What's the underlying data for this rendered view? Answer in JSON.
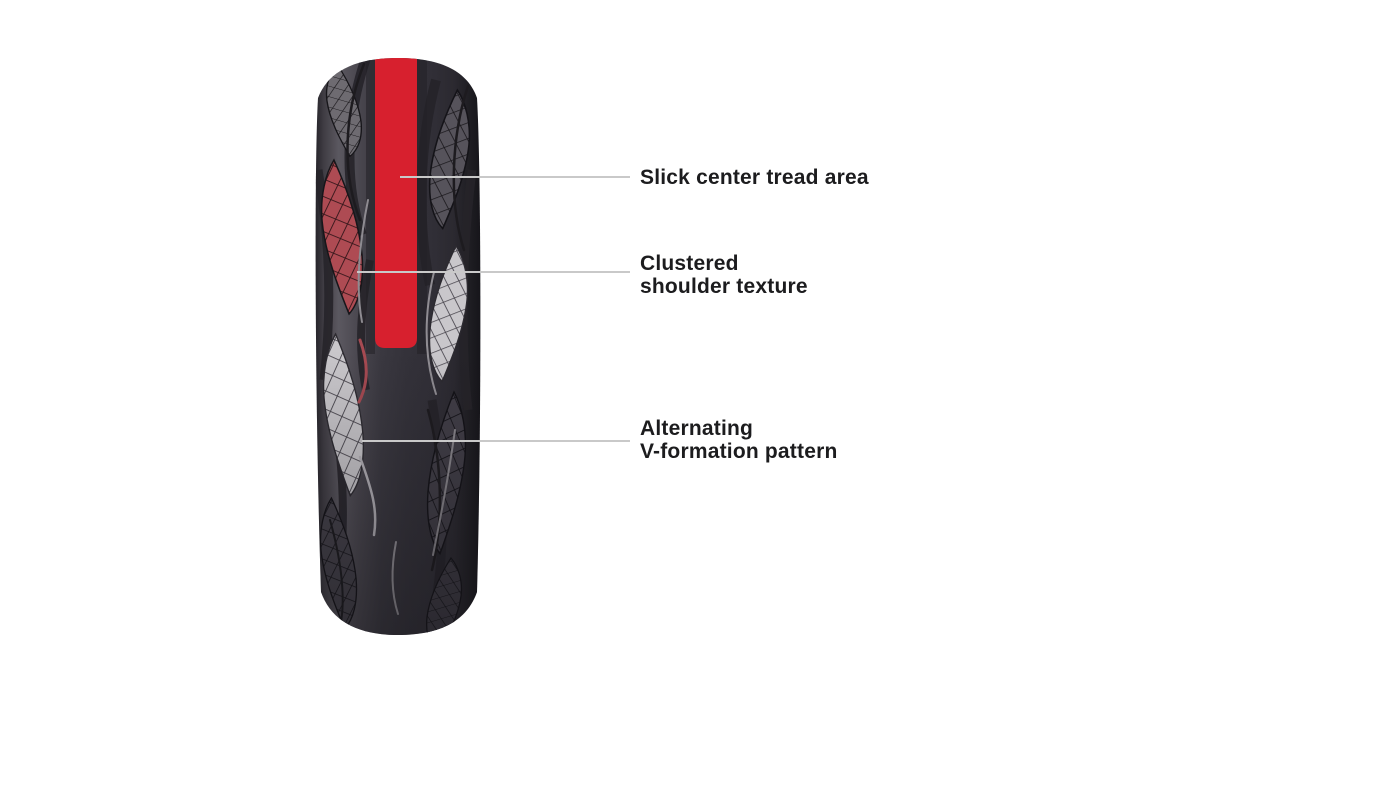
{
  "page": {
    "background_color": "#ffffff"
  },
  "diagram": {
    "subject": "road-bicycle-tire-tread",
    "tire": {
      "body_color": "#34323a",
      "center_stripe_color": "#d7202e",
      "shoulder_red_color": "#ae4b53",
      "shoulder_white_color": "#c9c7cb",
      "shoulder_gray_color": "#6e6b71"
    },
    "leader_line_color": "#c9c9c9",
    "label_color": "#1c1c1e",
    "annotations": [
      {
        "id": "slick-center-tread-area",
        "lines": [
          "Slick center tread area"
        ]
      },
      {
        "id": "clustered-shoulder-texture",
        "lines": [
          "Clustered",
          "shoulder texture"
        ]
      },
      {
        "id": "alternating-v-formation-pattern",
        "lines": [
          "Alternating",
          "V-formation pattern"
        ]
      }
    ]
  }
}
